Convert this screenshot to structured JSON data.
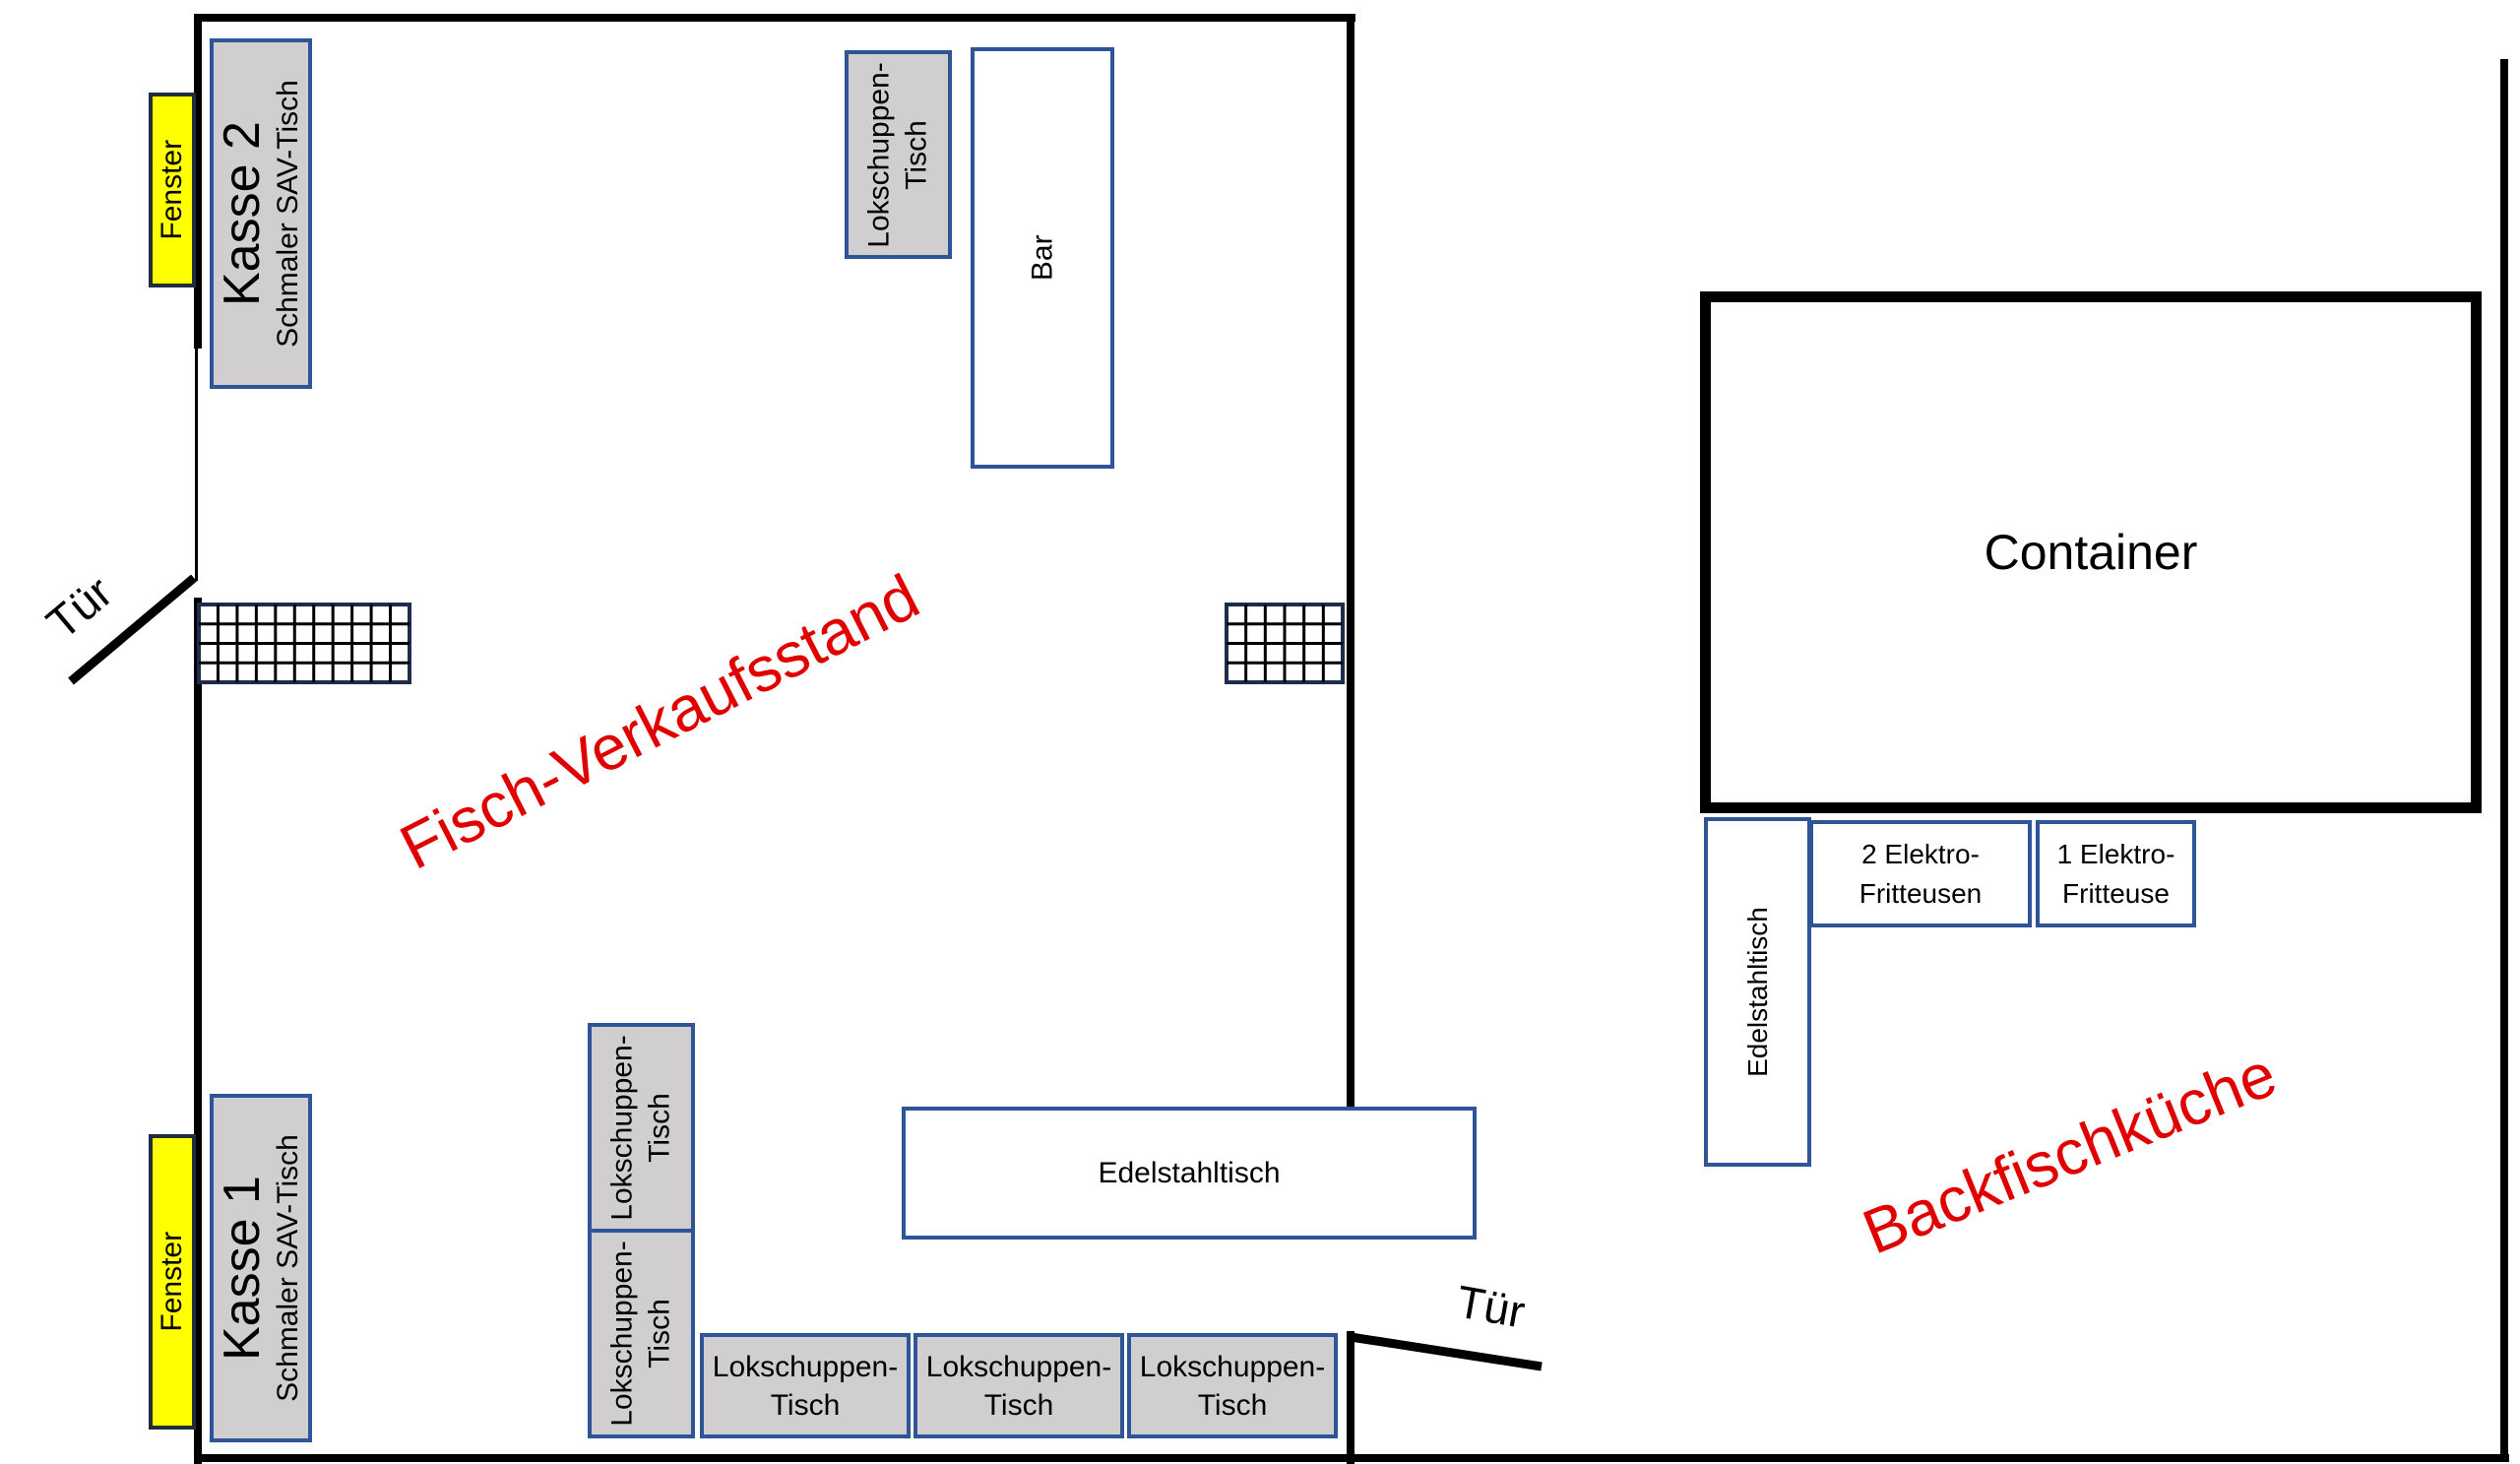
{
  "title": "Fisch-Verkaufsstand und Backfischküche Lageplan",
  "areas": {
    "stand": "Fisch-Verkaufsstand",
    "kitchen": "Backfischküche"
  },
  "colors": {
    "wall": "#000000",
    "table_border": "#2f5597",
    "table_fill": "#d0cece",
    "window_fill": "#ffff00",
    "area_label": "#e00000"
  },
  "windows": [
    {
      "label": "Fenster"
    },
    {
      "label": "Fenster"
    }
  ],
  "registers": [
    {
      "title": "Kasse 2",
      "subtitle": "Schmaler SAV-Tisch"
    },
    {
      "title": "Kasse 1",
      "subtitle": "Schmaler SAV-Tisch"
    }
  ],
  "doors": [
    {
      "label": "Tür"
    },
    {
      "label": "Tür"
    }
  ],
  "tables": {
    "lok_top": {
      "line1": "Lokschuppen-",
      "line2": "Tisch"
    },
    "bar": "Bar",
    "lok_vertical": [
      {
        "line1": "Lokschuppen-",
        "line2": "Tisch"
      },
      {
        "line1": "Lokschuppen-",
        "line2": "Tisch"
      }
    ],
    "lok_bottom": [
      {
        "line1": "Lokschuppen-",
        "line2": "Tisch"
      },
      {
        "line1": "Lokschuppen-",
        "line2": "Tisch"
      },
      {
        "line1": "Lokschuppen-",
        "line2": "Tisch"
      }
    ],
    "edelstahl_stand": "Edelstahltisch",
    "edelstahl_kitchen": "Edelstahltisch"
  },
  "kitchen": {
    "container": "Container",
    "fryers": [
      {
        "line1": "2 Elektro-",
        "line2": "Fritteusen"
      },
      {
        "line1": "1 Elektro-",
        "line2": "Fritteuse"
      }
    ]
  },
  "grids": [
    {
      "columns": 11,
      "rows": 4
    },
    {
      "columns": 6,
      "rows": 4
    }
  ]
}
